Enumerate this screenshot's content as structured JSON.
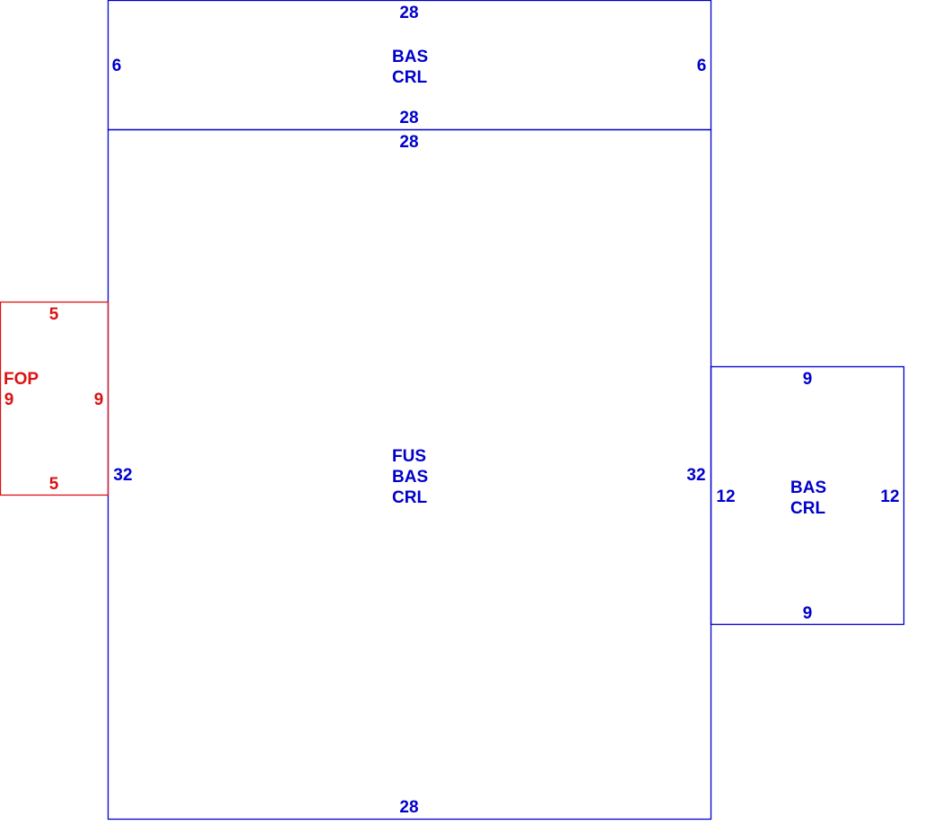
{
  "colors": {
    "main": "#0000cc",
    "porch": "#dd1111"
  },
  "top_area": {
    "codes": [
      "BAS",
      "CRL"
    ],
    "top_dim": "28",
    "bottom_dim": "28",
    "left_dim": "6",
    "right_dim": "6"
  },
  "main_area": {
    "codes": [
      "FUS",
      "BAS",
      "CRL"
    ],
    "top_dim": "28",
    "bottom_dim": "28",
    "left_dim": "32",
    "right_dim": "32"
  },
  "right_area": {
    "codes": [
      "BAS",
      "CRL"
    ],
    "top_dim": "9",
    "bottom_dim": "9",
    "left_dim": "12",
    "right_dim": "12"
  },
  "porch_area": {
    "code": "FOP",
    "top_dim": "5",
    "bottom_dim": "5",
    "left_dim": "9",
    "right_dim": "9"
  }
}
